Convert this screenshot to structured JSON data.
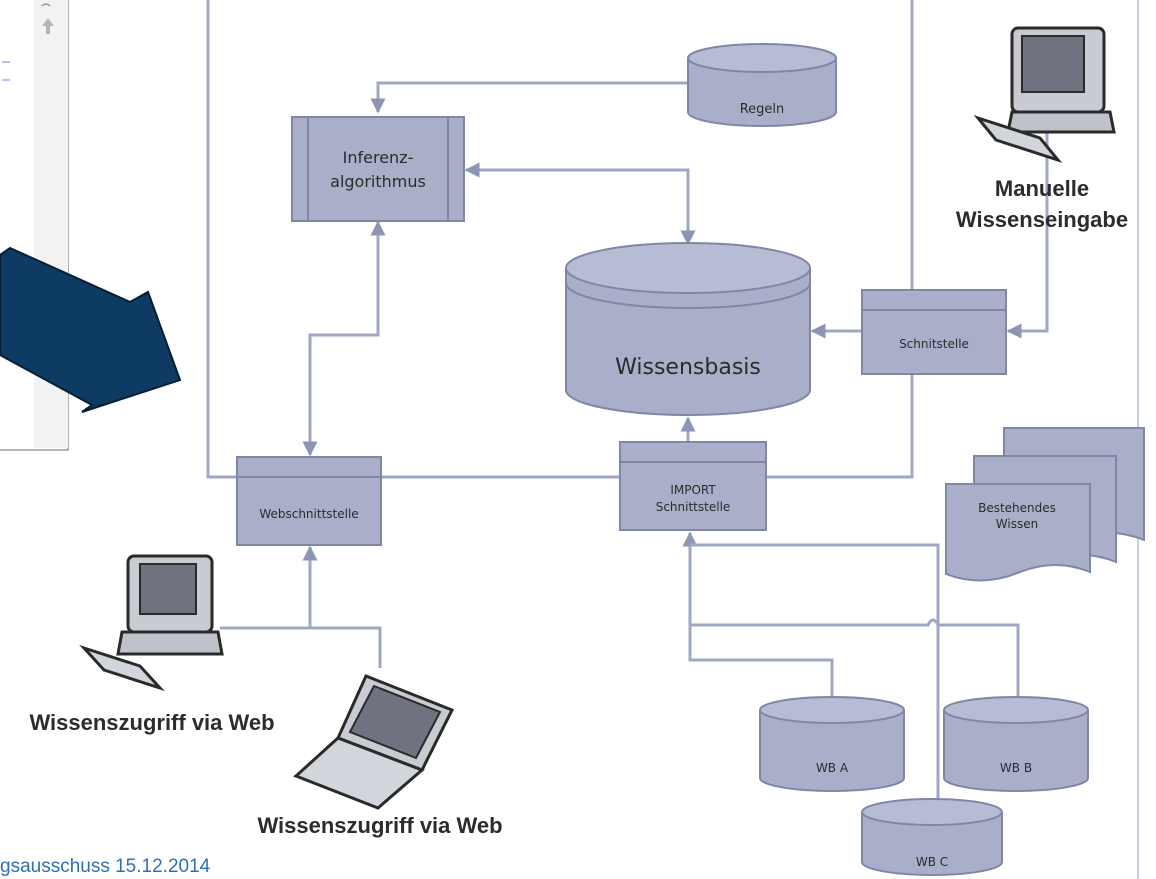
{
  "diagram": {
    "nodes": {
      "regeln": "Regeln",
      "inferenz_line1": "Inferenz-",
      "inferenz_line2": "algorithmus",
      "wissensbasis": "Wissensbasis",
      "schnitstelle": "Schnitstelle",
      "import_line1": "IMPORT",
      "import_line2": "Schnittstelle",
      "webschnittstelle": "Webschnittstelle",
      "bestehendes_line1": "Bestehendes",
      "bestehendes_line2": "Wissen",
      "wb_a": "WB A",
      "wb_b": "WB B",
      "wb_c": "WB C"
    },
    "captions": {
      "manuelle_line1": "Manuelle",
      "manuelle_line2": "Wissenseingabe",
      "web_access_desktop": "Wissenszugriff via Web",
      "web_access_laptop": "Wissenszugriff via Web"
    },
    "colors": {
      "shape_fill": "#a9afc9",
      "line": "#9fa7c4",
      "arrow_blue": "#0e3b63",
      "footer_text": "#2f6fb4"
    }
  },
  "footer": {
    "text": "gsausschuss 15.12.2014"
  }
}
